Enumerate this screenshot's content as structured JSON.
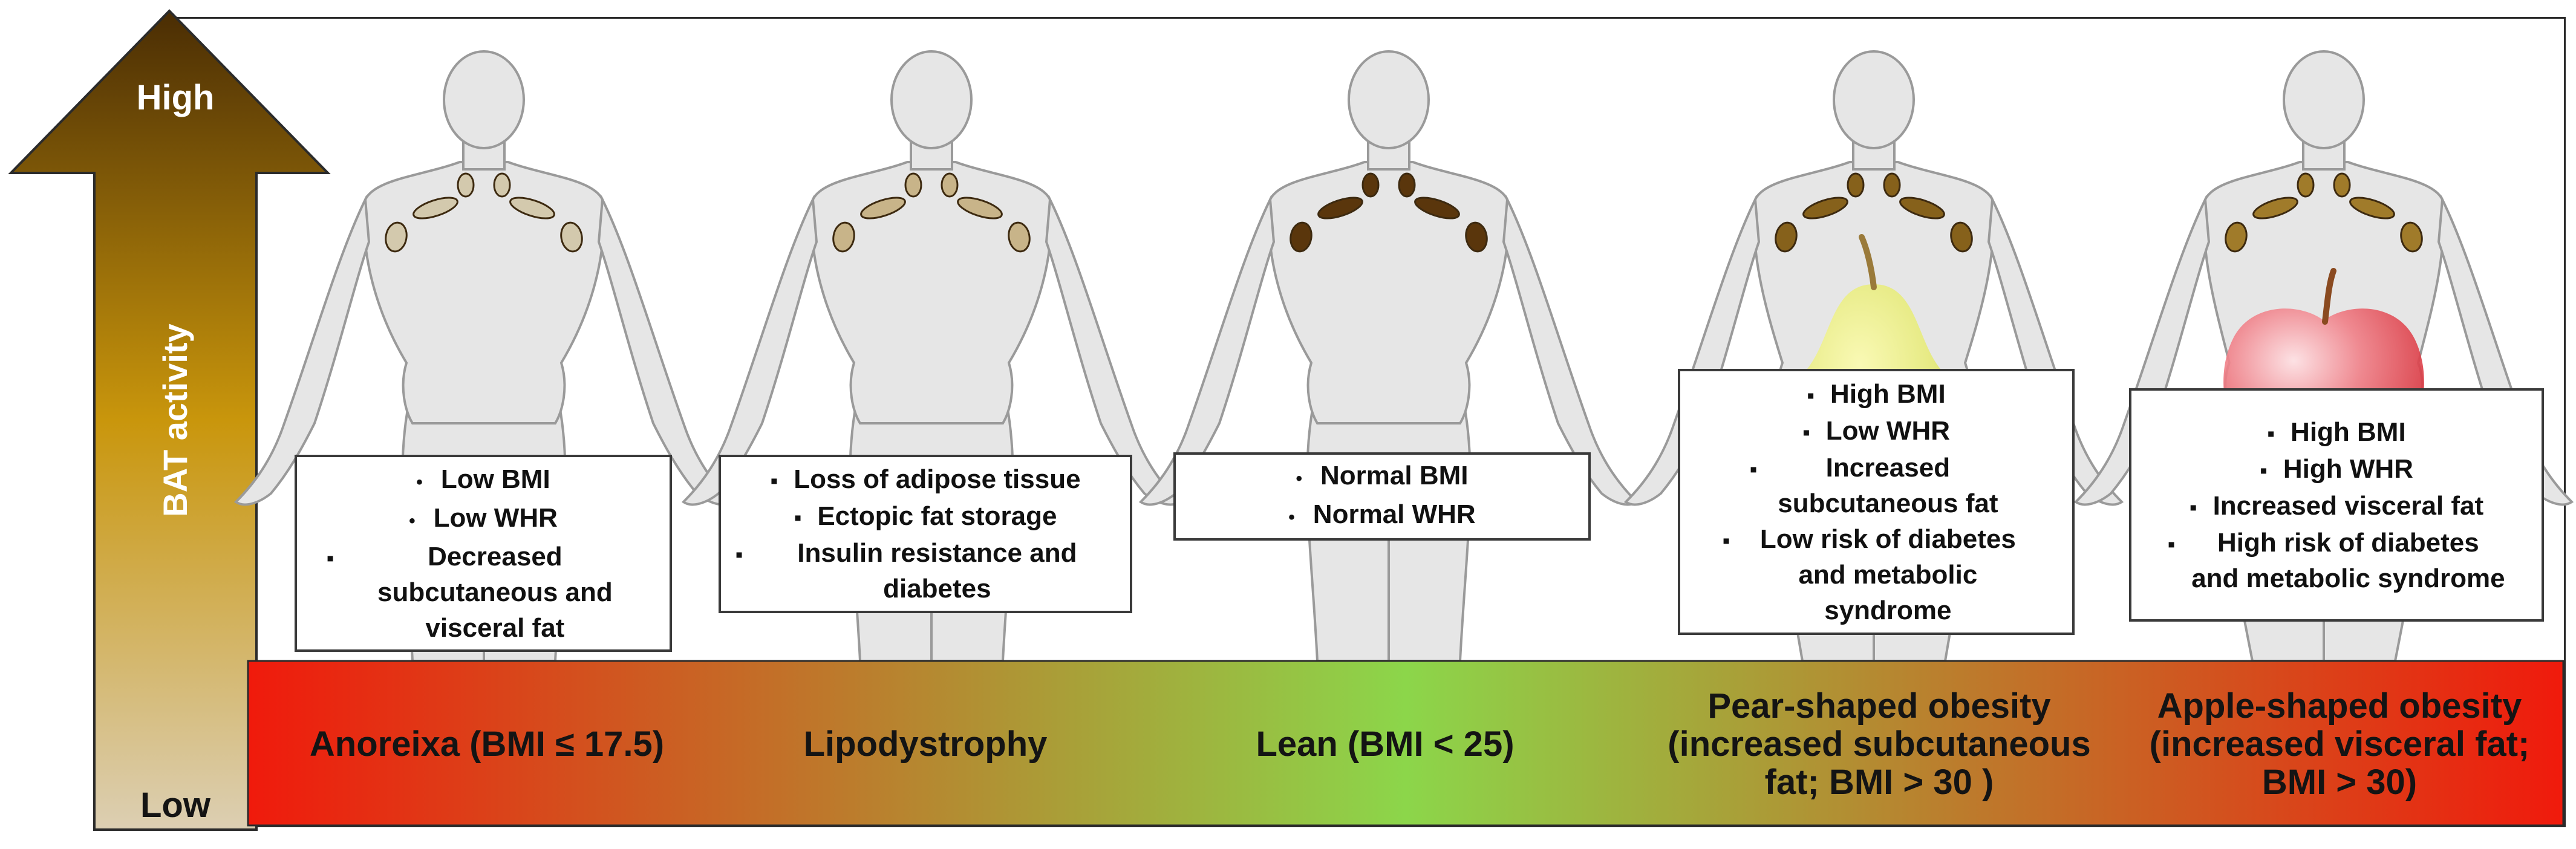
{
  "axis": {
    "title": "BAT activity",
    "high": "High",
    "low": "Low",
    "gradient": [
      "#4a2d04",
      "#c9960c",
      "#dccfb3"
    ]
  },
  "spectrum_colors": [
    "#f01a0c",
    "#8cd64a",
    "#f01a0c"
  ],
  "conditions": [
    {
      "label": "Anoreixa (BMI ≤ 17.5)",
      "bat_color": "#d3c9ad",
      "bullets": [
        "Low BMI",
        "Low WHR",
        "Decreased subcutaneous and visceral fat"
      ]
    },
    {
      "label": "Lipodystrophy",
      "bat_color": "#c8b489",
      "bullets": [
        "Loss of adipose tissue",
        "Ectopic fat storage",
        "Insulin resistance and diabetes"
      ]
    },
    {
      "label": "Lean (BMI < 25)",
      "bat_color": "#5a360c",
      "bullets": [
        "Normal BMI",
        "Normal WHR"
      ]
    },
    {
      "label": "Pear-shaped obesity (increased subcutaneous fat; BMI > 30 )",
      "bat_color": "#86611b",
      "overlay": "pear",
      "bullets": [
        "High BMI",
        "Low WHR",
        "Increased subcutaneous fat",
        "Low risk of diabetes and metabolic syndrome"
      ]
    },
    {
      "label": "Apple-shaped obesity (increased visceral fat; BMI > 30)",
      "bat_color": "#a07b2a",
      "overlay": "apple",
      "bullets": [
        "High BMI",
        "High WHR",
        "Increased visceral fat",
        "High risk of diabetes and metabolic syndrome"
      ]
    }
  ]
}
